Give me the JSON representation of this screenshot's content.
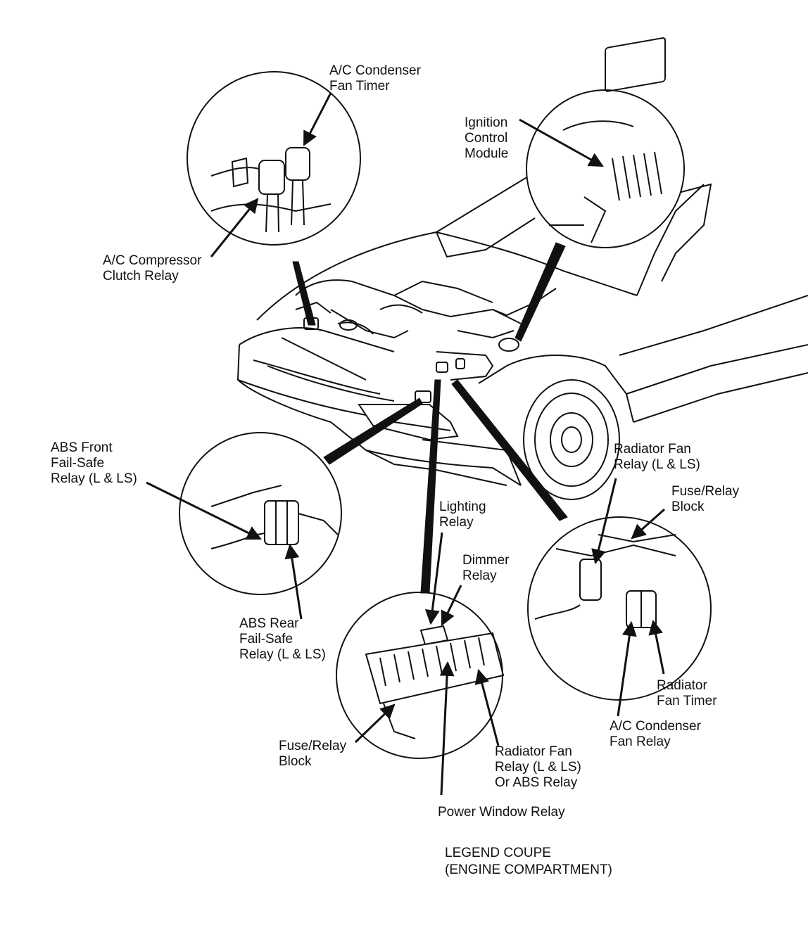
{
  "labels": {
    "ac_condenser_fan_timer": "A/C Condenser\nFan Timer",
    "ignition_control_module": "Ignition\nControl\nModule",
    "ac_compressor_clutch_relay": "A/C Compressor\nClutch Relay",
    "abs_front_fail_safe_relay": "ABS Front\nFail-Safe\nRelay (L & LS)",
    "radiator_fan_relay_top": "Radiator Fan\nRelay (L & LS)",
    "fuse_relay_block_right": "Fuse/Relay\nBlock",
    "lighting_relay": "Lighting\nRelay",
    "dimmer_relay": "Dimmer\nRelay",
    "abs_rear_fail_safe_relay": "ABS Rear\nFail-Safe\nRelay (L & LS)",
    "radiator_fan_timer": "Radiator\nFan Timer",
    "ac_condenser_fan_relay": "A/C Condenser\nFan Relay",
    "fuse_relay_block_bottom": "Fuse/Relay\nBlock",
    "radiator_fan_relay_abs": "Radiator Fan\nRelay (L & LS)\nOr ABS Relay",
    "power_window_relay": "Power Window Relay"
  },
  "caption": {
    "line1": "LEGEND COUPE",
    "line2": "(ENGINE COMPARTMENT)"
  },
  "colors": {
    "ink": "#111111",
    "paper": "#ffffff"
  }
}
